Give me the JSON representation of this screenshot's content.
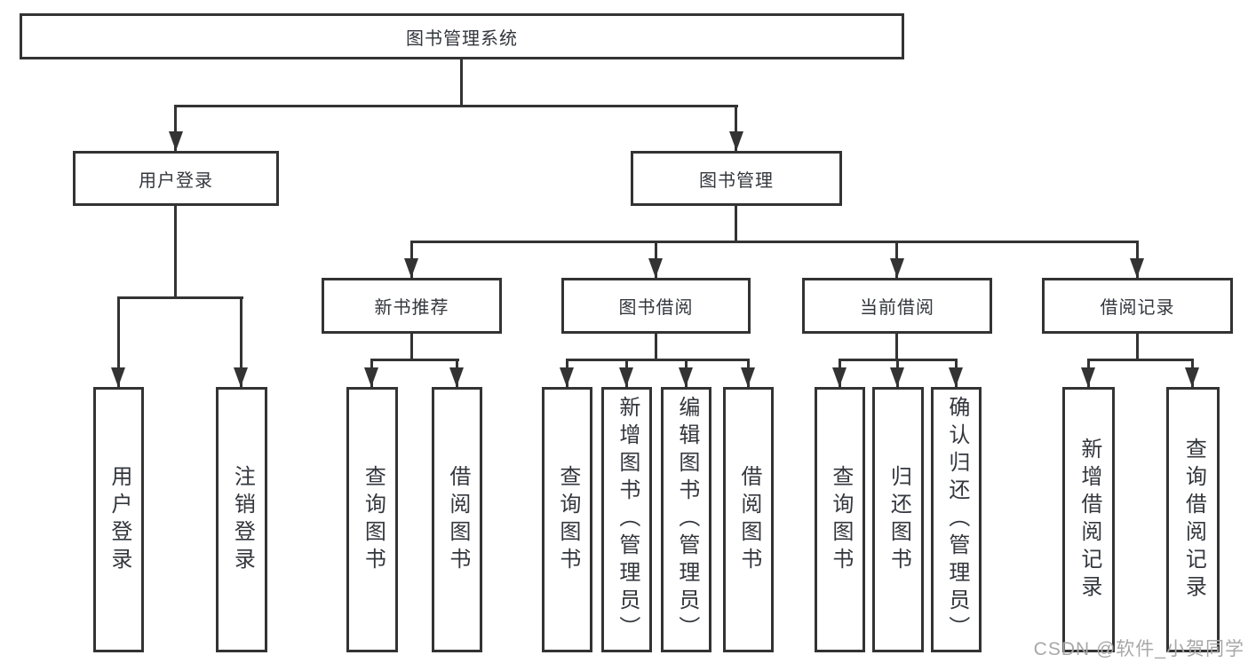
{
  "nodes": {
    "root": "图书管理系统",
    "l2": {
      "user_login": "用户登录",
      "book_mgmt": "图书管理"
    },
    "l3": {
      "new_book": "新书推荐",
      "borrow": "图书借阅",
      "current": "当前借阅",
      "records": "借阅记录"
    },
    "leaves": {
      "user_login_leaf": "用户登录",
      "logout": "注销登录",
      "nb_query": "查询图书",
      "nb_borrow": "借阅图书",
      "bw_query": "查询图书",
      "bw_add": "新增图书（管理员）",
      "bw_edit": "编辑图书（管理员）",
      "bw_borrow": "借阅图书",
      "cur_query": "查询图书",
      "cur_return": "归还图书",
      "cur_confirm": "确认归还（管理员）",
      "rec_add": "新增借阅记录",
      "rec_query": "查询借阅记录"
    }
  },
  "watermark": {
    "text": "CSDN @软件_小贺同学",
    "color": "#a8a8a8"
  },
  "colors": {
    "line": "#333333",
    "text": "#33373d",
    "box_background": "#ffffff",
    "page_background": "#ffffff"
  }
}
